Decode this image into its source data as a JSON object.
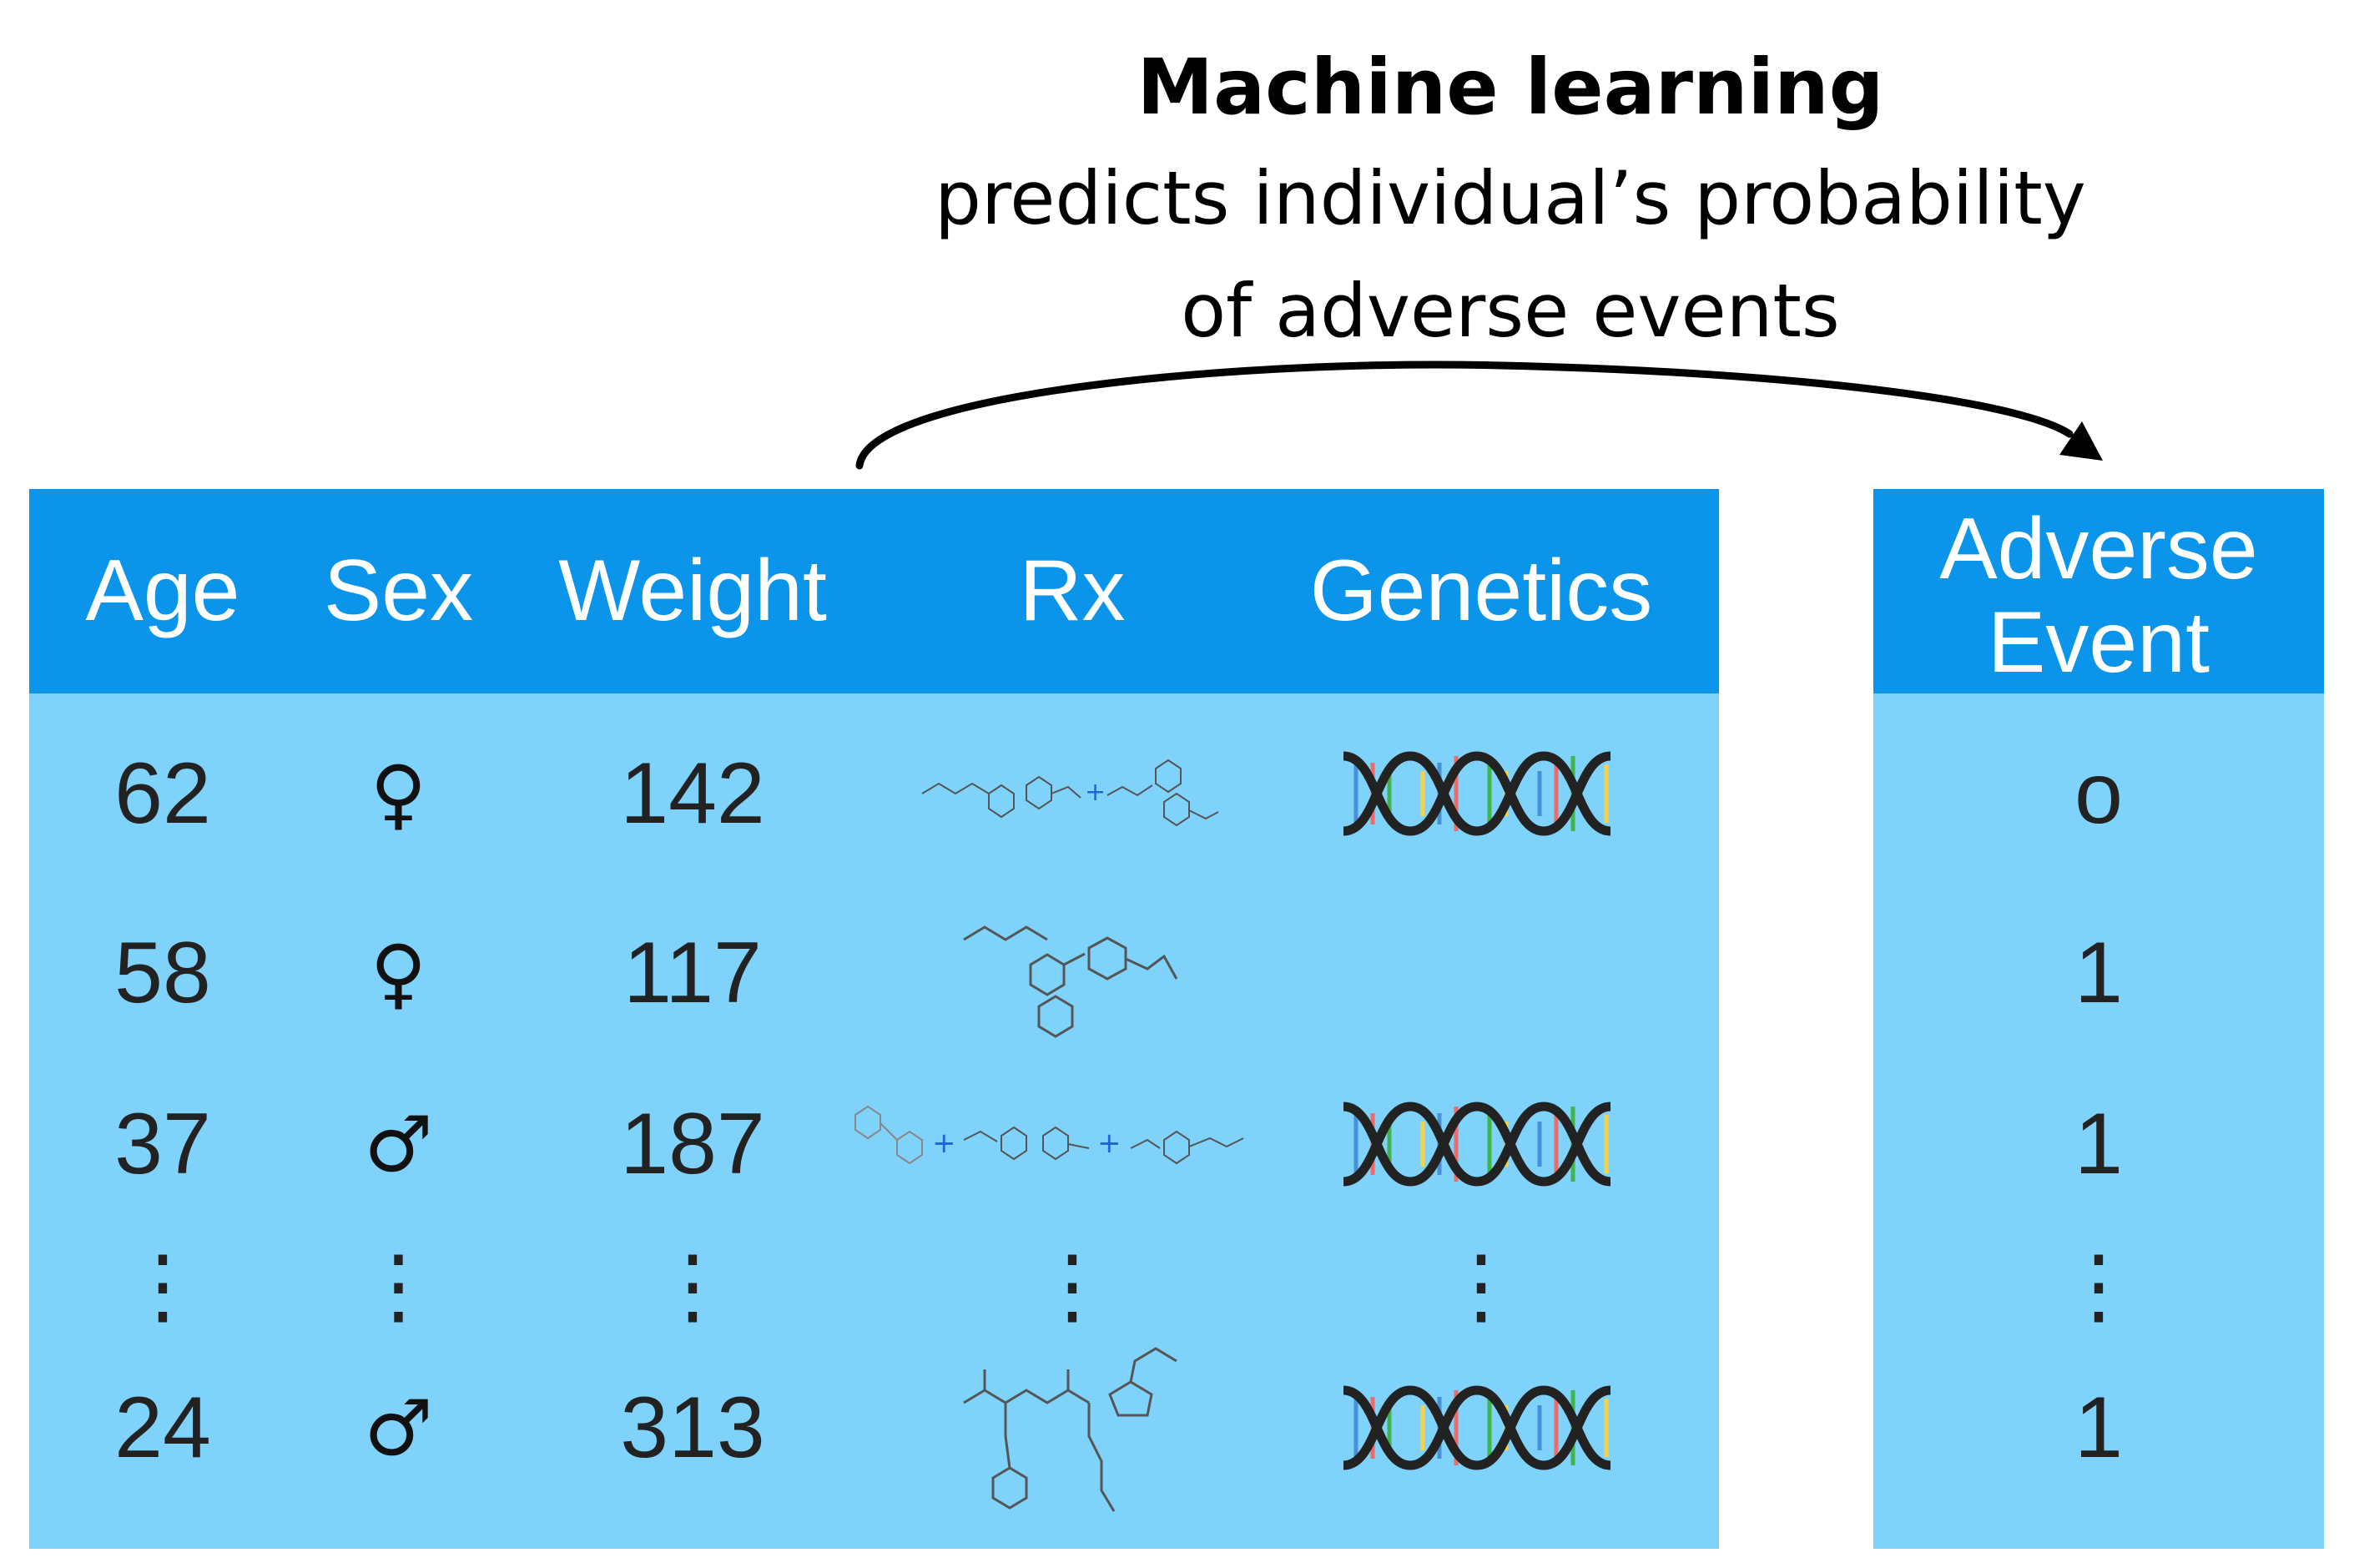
{
  "caption": {
    "title": "Machine learning",
    "line1": "predicts individual’s probability",
    "line2": "of adverse events"
  },
  "table": {
    "headers": [
      "Age",
      "Sex",
      "Weight",
      "Rx",
      "Genetics"
    ],
    "rows": [
      {
        "age": "62",
        "sex": "♀",
        "weight": "142"
      },
      {
        "age": "58",
        "sex": "♀",
        "weight": "117"
      },
      {
        "age": "37",
        "sex": "♂",
        "weight": "187"
      },
      {
        "age": "24",
        "sex": "♂",
        "weight": "313"
      }
    ],
    "ellipsis": "⋮"
  },
  "outcome": {
    "header_line1": "Adverse",
    "header_line2": "Event",
    "values": [
      "o",
      "1",
      "1",
      "1"
    ]
  },
  "icons": {
    "rx": "molecule-structure-icon",
    "genetics": "dna-helix-icon",
    "arrow": "curved-arrow-icon"
  },
  "colors": {
    "header": "#0b95ea",
    "body": "#7fd3fb",
    "header_text": "#ffffff"
  }
}
